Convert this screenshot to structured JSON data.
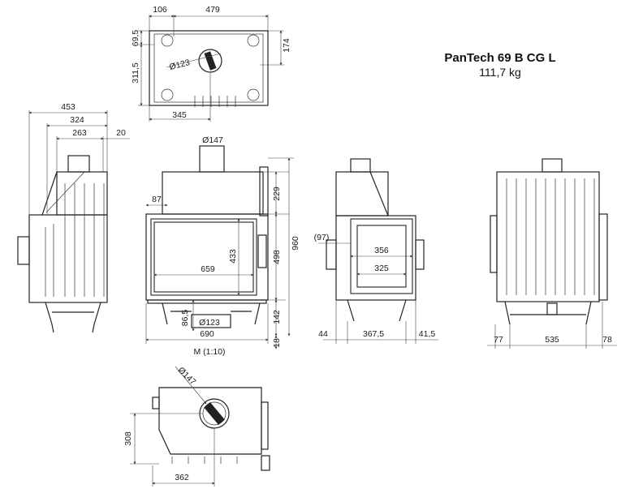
{
  "product": {
    "name": "PanTech 69 B CG L",
    "weight": "111,7 kg"
  },
  "scale_label": "M (1:10)",
  "top_view": {
    "dims": [
      "106",
      "479",
      "69,5",
      "174",
      "311,5",
      "345",
      "Ø123"
    ]
  },
  "left_view": {
    "dims": [
      "453",
      "324",
      "263",
      "20"
    ]
  },
  "front_view": {
    "dims": [
      "Ø147",
      "87",
      "229",
      "433",
      "659",
      "960",
      "498",
      "86,5",
      "Ø123",
      "142",
      "690",
      "18"
    ]
  },
  "side_view": {
    "dims": [
      "(97)",
      "356",
      "325",
      "44",
      "367,5",
      "41,5"
    ]
  },
  "rear_view": {
    "dims": [
      "77",
      "535",
      "78"
    ]
  },
  "bottom_view": {
    "dims": [
      "Ø147",
      "308",
      "362"
    ]
  },
  "icons": [
    "flue-collar-icon",
    "air-inlet-icon",
    "mounting-hole-icon"
  ]
}
